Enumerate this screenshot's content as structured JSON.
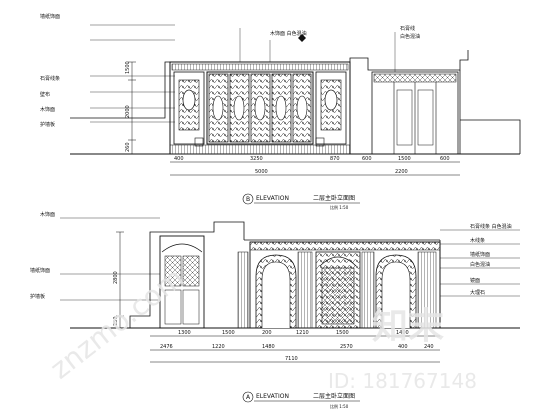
{
  "upper_elevation": {
    "title": "ELEVATION",
    "subtitle": "二层主卧立面图",
    "scale": "比例 1:50",
    "height_dims": [
      "1500",
      "2000",
      "260"
    ],
    "bottom_dims_row1": [
      "400",
      "3250",
      "870",
      "600",
      "1500",
      "600"
    ],
    "bottom_dims_row2": [
      "5000",
      "2200"
    ],
    "notes_left": [
      "墙纸饰面",
      "石膏线条",
      "壁布",
      "木饰面",
      "护墙板"
    ],
    "notes_top": [
      "木饰面 白色混油",
      "石膏线",
      "白色混油"
    ]
  },
  "lower_elevation": {
    "title": "ELEVATION",
    "subtitle": "二层主卧立面图",
    "scale": "比例 1:50",
    "height_dims": [
      "2800",
      "250"
    ],
    "bottom_dims_row1": [
      "1300",
      "1500",
      "200",
      "1210",
      "1500",
      "1400"
    ],
    "bottom_dims_row2": [
      "2476",
      "1220",
      "1480",
      "2570",
      "400",
      "240"
    ],
    "bottom_dims_row3": [
      "7110"
    ],
    "notes_left": [
      "木饰面",
      "墙纸饰面",
      "护墙板"
    ],
    "notes_right": [
      "石膏线条 白色混油",
      "木线条",
      "墙纸饰面",
      "白色混油",
      "镜面",
      "大理石"
    ]
  },
  "section_markers": [
    "A",
    "B"
  ],
  "watermark": {
    "site": "知末",
    "id_text": "ID: 181767148",
    "diagonal": "znzmo.com"
  }
}
